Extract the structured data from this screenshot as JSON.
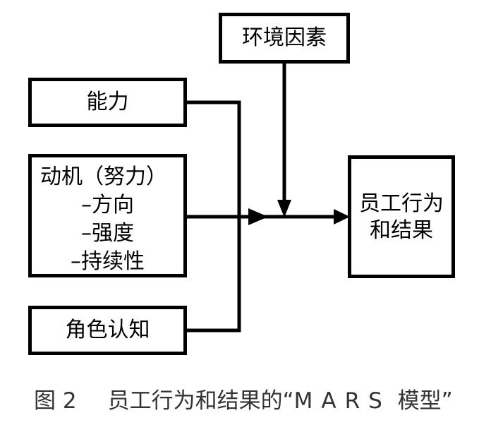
{
  "diagram": {
    "inputs": {
      "ability": "能力",
      "motivation_title": "动机（努力）",
      "motivation_items": [
        "–方向",
        "–强度",
        "–持续性"
      ],
      "role": "角色认知"
    },
    "environment": "环境因素",
    "outcome_line1": "员工行为",
    "outcome_line2": "和结果"
  },
  "caption": {
    "figure_number": "图 2",
    "text_prefix": "员工行为和结果的“",
    "text_model": "MARS",
    "text_suffix": " 模型”"
  },
  "colors": {
    "stroke": "#000000",
    "caption_text": "#333333"
  }
}
